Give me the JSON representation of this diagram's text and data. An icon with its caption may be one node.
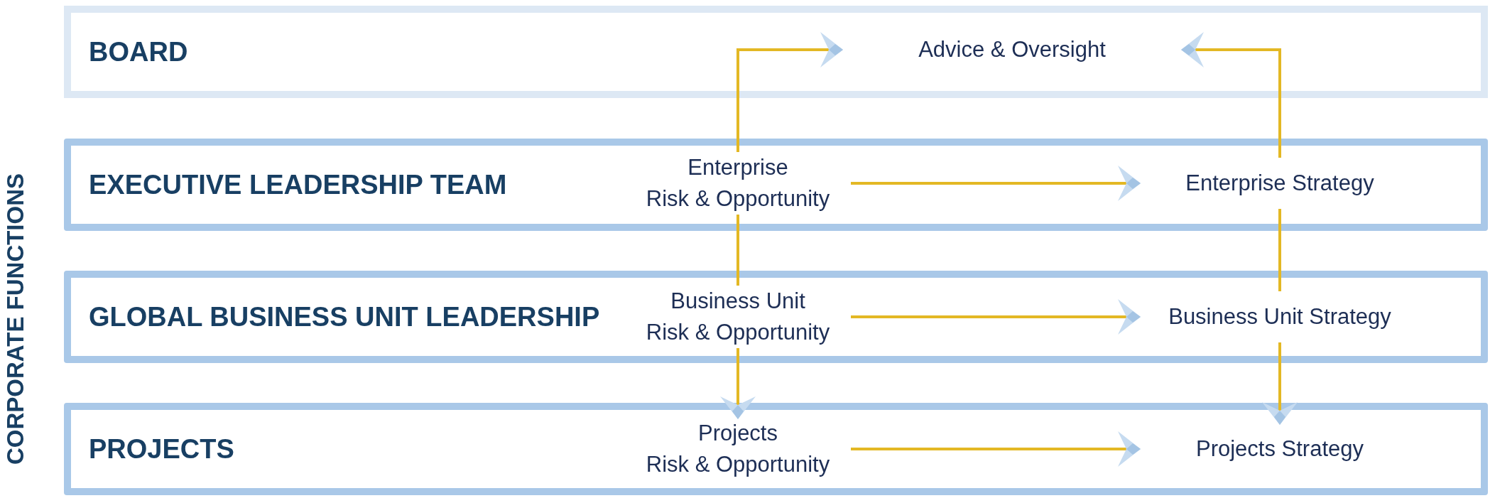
{
  "diagram": {
    "nodes": [
      {
        "text": [
          "BOARD"
        ]
      },
      {
        "text": [
          "Advice & Oversight"
        ],
        "in": 0
      },
      {
        "text": [
          "EXECUTIVE LEADERSHIP TEAM"
        ]
      },
      {
        "text": [
          "Enterprise Risk & Opportunity"
        ],
        "in": 2
      },
      {
        "text": [
          "Enterprise Strategy"
        ],
        "in": 2
      },
      {
        "text": [
          "GLOBAL BUSINESS UNIT LEADERSHIP"
        ]
      },
      {
        "text": [
          "Business Unit Risk & Opportunity"
        ],
        "in": 5
      },
      {
        "text": [
          "Business Unit Strategy"
        ],
        "in": 5
      },
      {
        "text": [
          "PROJECTS"
        ]
      },
      {
        "text": [
          "Projects Risk & Opportunity"
        ],
        "in": 8
      },
      {
        "text": [
          "Projects Strategy"
        ],
        "in": 8
      }
    ],
    "edges": [
      {
        "from": 3,
        "to": 1,
        "arrow": "to"
      },
      {
        "from": 4,
        "to": 1,
        "arrow": "to"
      },
      {
        "from": 3,
        "to": 4,
        "arrow": "to"
      },
      {
        "from": 3,
        "to": 6,
        "arrow": "none"
      },
      {
        "from": 4,
        "to": 7,
        "arrow": "none"
      },
      {
        "from": 6,
        "to": 7,
        "arrow": "to"
      },
      {
        "from": 6,
        "to": 9,
        "arrow": "to"
      },
      {
        "from": 7,
        "to": 10,
        "arrow": "to"
      },
      {
        "from": 9,
        "to": 10,
        "arrow": "to"
      }
    ],
    "labels": [
      "CORPORATE FUNCTIONS"
    ]
  }
}
